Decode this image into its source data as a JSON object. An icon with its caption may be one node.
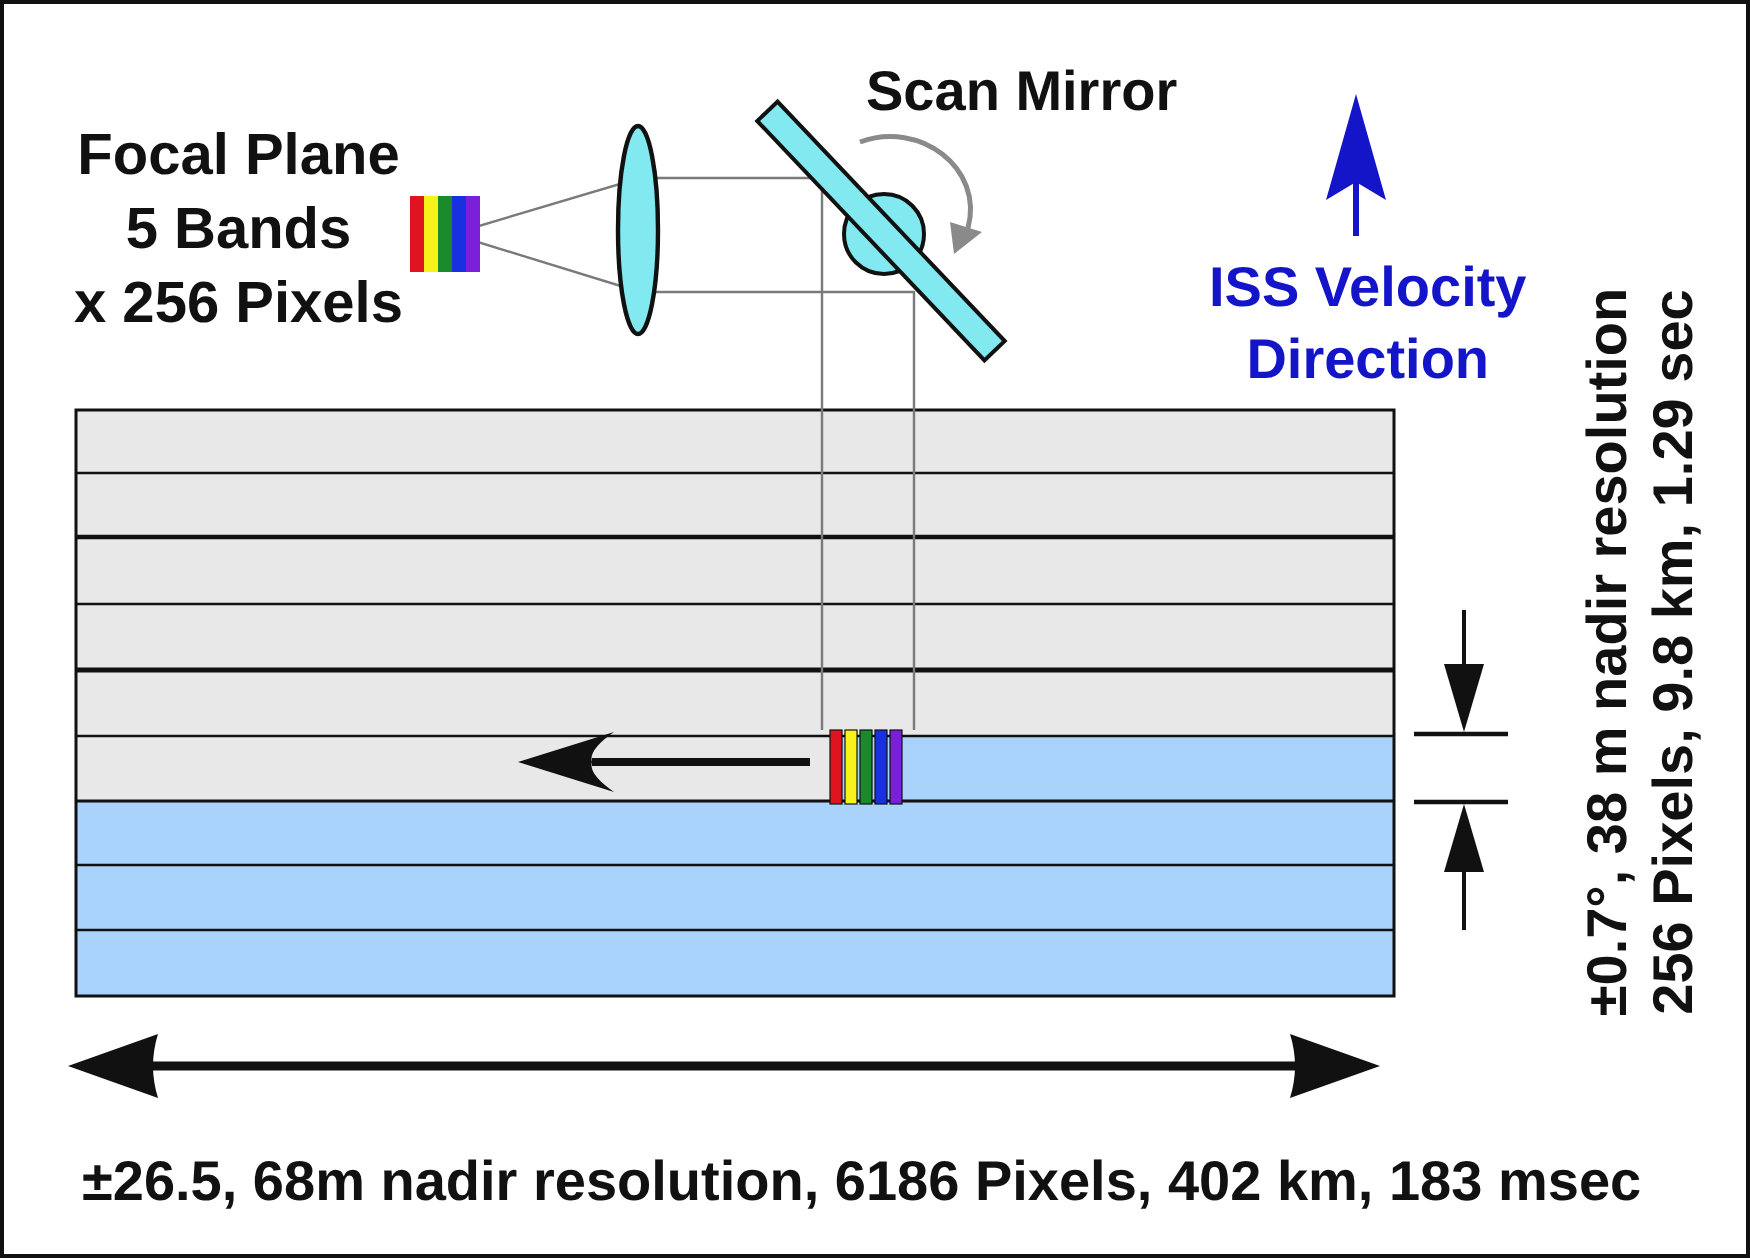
{
  "diagram": {
    "labels": [
      "Focal Plane 5 Bands x 256 Pixels",
      "Scan Mirror",
      "ISS Velocity Direction",
      "±0.7°, 38 m nadir resolution 256 Pixels, 9.8 km, 1.29 sec",
      "±26.5, 68m nadir resolution, 6186 Pixels, 402 km, 183 msec"
    ]
  }
}
